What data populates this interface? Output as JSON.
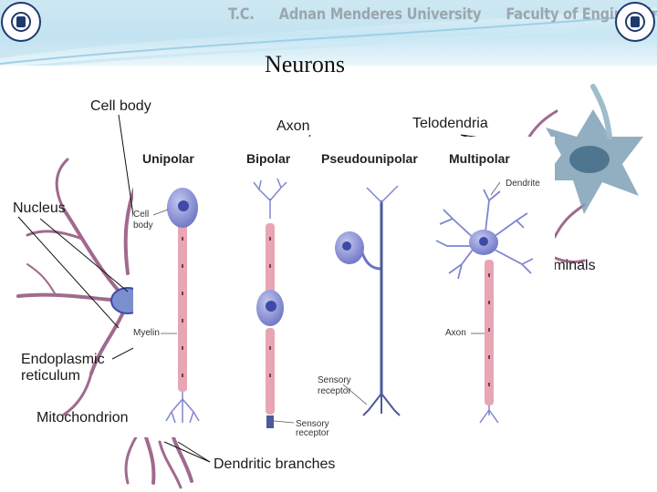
{
  "header": {
    "items": [
      "T.C.",
      "Adnan Menderes University",
      "Faculty of Engineering"
    ]
  },
  "slide": {
    "title": "Neurons"
  },
  "figure": {
    "labels": {
      "cell_body": "Cell body",
      "axon": "Axon",
      "telodendria": "Telodendria",
      "nucleus": "Nucleus",
      "terminals": "rminals",
      "endoplasmic_reticulum_1": "Endoplasmic",
      "endoplasmic_reticulum_2": "reticulum",
      "mitochondrion": "Mitochondrion",
      "dendritic_branches": "Dendritic branches"
    },
    "types": {
      "unipolar": "Unipolar",
      "bipolar": "Bipolar",
      "pseudounipolar": "Pseudounipolar",
      "multipolar": "Multipolar"
    },
    "inset_labels": {
      "cell_body_1": "Cell",
      "cell_body_2": "body",
      "myelin": "Myelin",
      "dendrite": "Dendrite",
      "axon": "Axon",
      "sensory_receptor_a1": "Sensory",
      "sensory_receptor_a2": "receptor",
      "sensory_receptor_b1": "Sensory",
      "sensory_receptor_b2": "receptor"
    }
  },
  "colors": {
    "membrane": "#a06a8e",
    "soma": "#7f86cf",
    "nucleus": "#3f4aa8",
    "myelin": "#e8a6b4",
    "header_text": "#9aa7ae",
    "seal": "#1d3a6e"
  },
  "icons": [
    "university-seal-left",
    "university-seal-right"
  ]
}
